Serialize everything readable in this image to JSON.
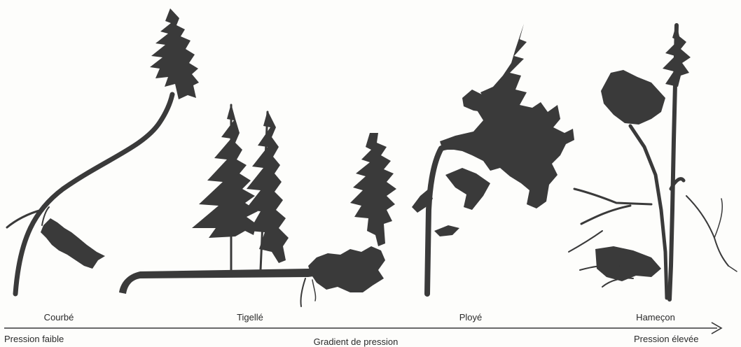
{
  "stages": [
    {
      "label": "Courbé"
    },
    {
      "label": "Tigellé"
    },
    {
      "label": "Ployé"
    },
    {
      "label": "Hameçon"
    }
  ],
  "gradient": {
    "left_label": "Pression faible",
    "center_label": "Gradient de pression",
    "right_label": "Pression élevée"
  }
}
